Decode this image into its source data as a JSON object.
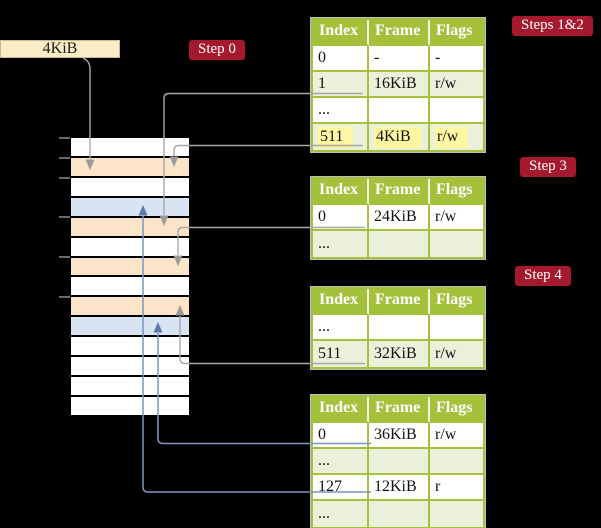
{
  "legend_box": {
    "label": "4KiB"
  },
  "step_labels": {
    "step0": "Step 0",
    "steps12": "Steps 1&2",
    "step3": "Step 3",
    "step4": "Step 4"
  },
  "tables": [
    {
      "id": "steps-1-2",
      "headers": [
        "Index",
        "Frame",
        "Flags"
      ],
      "rows": [
        {
          "cells": [
            "0",
            "-",
            "-"
          ],
          "shaded": false,
          "highlight": false
        },
        {
          "cells": [
            "1",
            "16KiB",
            "r/w"
          ],
          "shaded": true,
          "highlight": false
        },
        {
          "cells": [
            "...",
            "",
            ""
          ],
          "shaded": false,
          "highlight": false
        },
        {
          "cells": [
            "511",
            "4KiB",
            "r/w"
          ],
          "shaded": true,
          "highlight": true
        }
      ]
    },
    {
      "id": "step-3",
      "headers": [
        "Index",
        "Frame",
        "Flags"
      ],
      "rows": [
        {
          "cells": [
            "0",
            "24KiB",
            "r/w"
          ],
          "shaded": false,
          "highlight": false
        },
        {
          "cells": [
            "...",
            "",
            ""
          ],
          "shaded": true,
          "highlight": false
        }
      ]
    },
    {
      "id": "step-4",
      "headers": [
        "Index",
        "Frame",
        "Flags"
      ],
      "rows": [
        {
          "cells": [
            "...",
            "",
            ""
          ],
          "shaded": false,
          "highlight": false
        },
        {
          "cells": [
            "511",
            "32KiB",
            "r/w"
          ],
          "shaded": true,
          "highlight": false
        }
      ]
    },
    {
      "id": "final",
      "headers": [
        "Index",
        "Frame",
        "Flags"
      ],
      "rows": [
        {
          "cells": [
            "0",
            "36KiB",
            "r/w"
          ],
          "shaded": false,
          "highlight": false
        },
        {
          "cells": [
            "...",
            "",
            ""
          ],
          "shaded": true,
          "highlight": false
        },
        {
          "cells": [
            "127",
            "12KiB",
            "r"
          ],
          "shaded": false,
          "highlight": false
        },
        {
          "cells": [
            "...",
            "",
            ""
          ],
          "shaded": true,
          "highlight": false
        }
      ]
    }
  ],
  "memory": {
    "rows": [
      "white",
      "orange",
      "white",
      "blue",
      "orange",
      "white",
      "orange",
      "white",
      "orange",
      "blue",
      "white",
      "white",
      "white",
      "white"
    ]
  },
  "colors": {
    "step_label_bg": "#A5192E",
    "table_header_bg": "#A4C13C",
    "table_row_shaded": "#EBF0DB",
    "highlight_yellow": "#FDF7A2",
    "legend_box_bg": "#FAECC6",
    "memory_orange": "#FCE4C8",
    "memory_blue": "#D8E4F2",
    "connector_gray": "#A8A8A8",
    "connector_blue": "#7A95C2"
  }
}
